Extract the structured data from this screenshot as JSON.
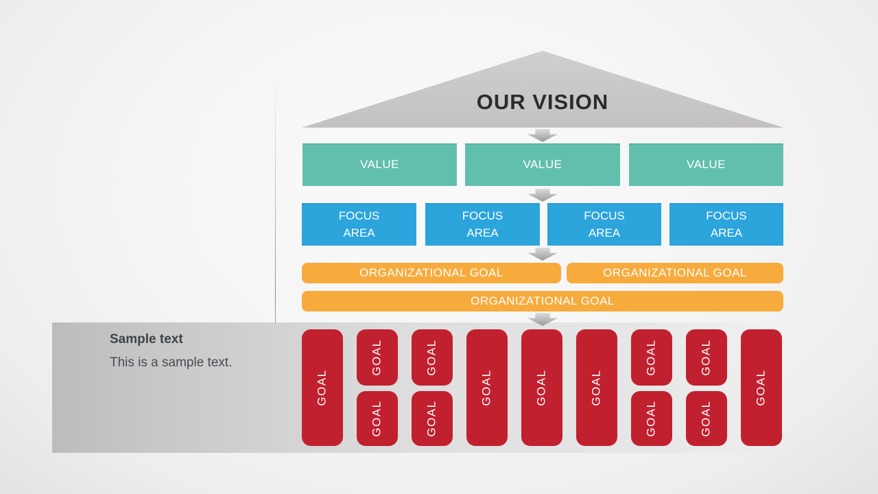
{
  "colors": {
    "teal": "#63BFAD",
    "blue": "#2CA4DC",
    "orange": "#F7AB3D",
    "red": "#C1202F",
    "triangle-gray": "#C7C5C5",
    "arrow-light": "#DCDCDC",
    "arrow-dark": "#9A9A9A",
    "title-text": "#2B2B2B",
    "white-text": "#FFFFFF",
    "callout-title-text": "#3E4348",
    "callout-body-text": "#474D53"
  },
  "vision": {
    "title": "OUR VISION"
  },
  "values": [
    {
      "label": "VALUE"
    },
    {
      "label": "VALUE"
    },
    {
      "label": "VALUE"
    }
  ],
  "focus_areas": [
    {
      "label": "FOCUS AREA"
    },
    {
      "label": "FOCUS AREA"
    },
    {
      "label": "FOCUS AREA"
    },
    {
      "label": "FOCUS AREA"
    }
  ],
  "org_goals": {
    "row1": [
      {
        "label": "ORGANIZATIONAL GOAL"
      },
      {
        "label": "ORGANIZATIONAL GOAL"
      }
    ],
    "row2": {
      "label": "ORGANIZATIONAL GOAL"
    }
  },
  "goals": [
    {
      "layout": "tall",
      "labels": [
        "GOAL"
      ]
    },
    {
      "layout": "split",
      "labels": [
        "GOAL",
        "GOAL"
      ]
    },
    {
      "layout": "split",
      "labels": [
        "GOAL",
        "GOAL"
      ]
    },
    {
      "layout": "tall",
      "labels": [
        "GOAL"
      ]
    },
    {
      "layout": "tall",
      "labels": [
        "GOAL"
      ]
    },
    {
      "layout": "tall",
      "labels": [
        "GOAL"
      ]
    },
    {
      "layout": "split",
      "labels": [
        "GOAL",
        "GOAL"
      ]
    },
    {
      "layout": "split",
      "labels": [
        "GOAL",
        "GOAL"
      ]
    },
    {
      "layout": "tall",
      "labels": [
        "GOAL"
      ]
    }
  ],
  "callout": {
    "title": "Sample text",
    "body": "This is a sample text."
  }
}
